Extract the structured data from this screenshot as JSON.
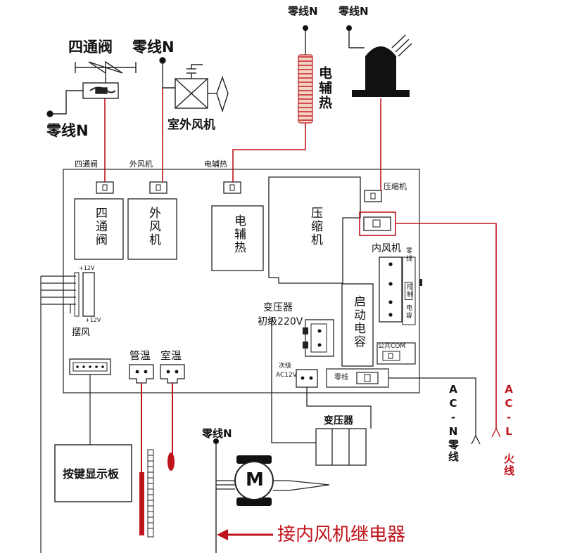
{
  "top": {
    "four_way_valve_title": "四通阀",
    "neutral_1": "零线N",
    "neutral_2": "零线N",
    "neutral_3": "零线N",
    "neutral_4": "零线N",
    "outdoor_fan_title": "室外风机",
    "electric_heater_title": "电辅热"
  },
  "board": {
    "hdr_four_way": "四通阀",
    "hdr_outdoor_fan": "外风机",
    "hdr_heater": "电辅热",
    "box_four_way": "四通阀",
    "box_outdoor_fan": "外风机",
    "box_heater": "电辅热",
    "box_compressor": "压缩机",
    "compressor_relay": "压缩机",
    "indoor_fan": "内风机",
    "indoor_fan_side": "零线",
    "control": "控制",
    "capacitor": "电容",
    "transformer_label": "变压器",
    "primary_label": "初级220V",
    "start_cap": "启动电容",
    "common": "公共COM",
    "secondary": "次级",
    "ac12v": "AC12V",
    "neutral": "零线",
    "plus12v_top": "+12V",
    "plus12v_bottom": "+12V",
    "swing": "摆风",
    "pipe_temp": "管温",
    "room_temp": "室温",
    "transformer_lower": "变压器"
  },
  "bottom": {
    "display_board": "按键显示板",
    "neutral_motor": "零线N",
    "motor_symbol": "M",
    "relay_note": "接内风机继电器",
    "ac_n": "AC-N零线",
    "ac_l": "AC-L 火线"
  },
  "colors": {
    "wire_red": "#c0141c",
    "line": "#111111"
  }
}
